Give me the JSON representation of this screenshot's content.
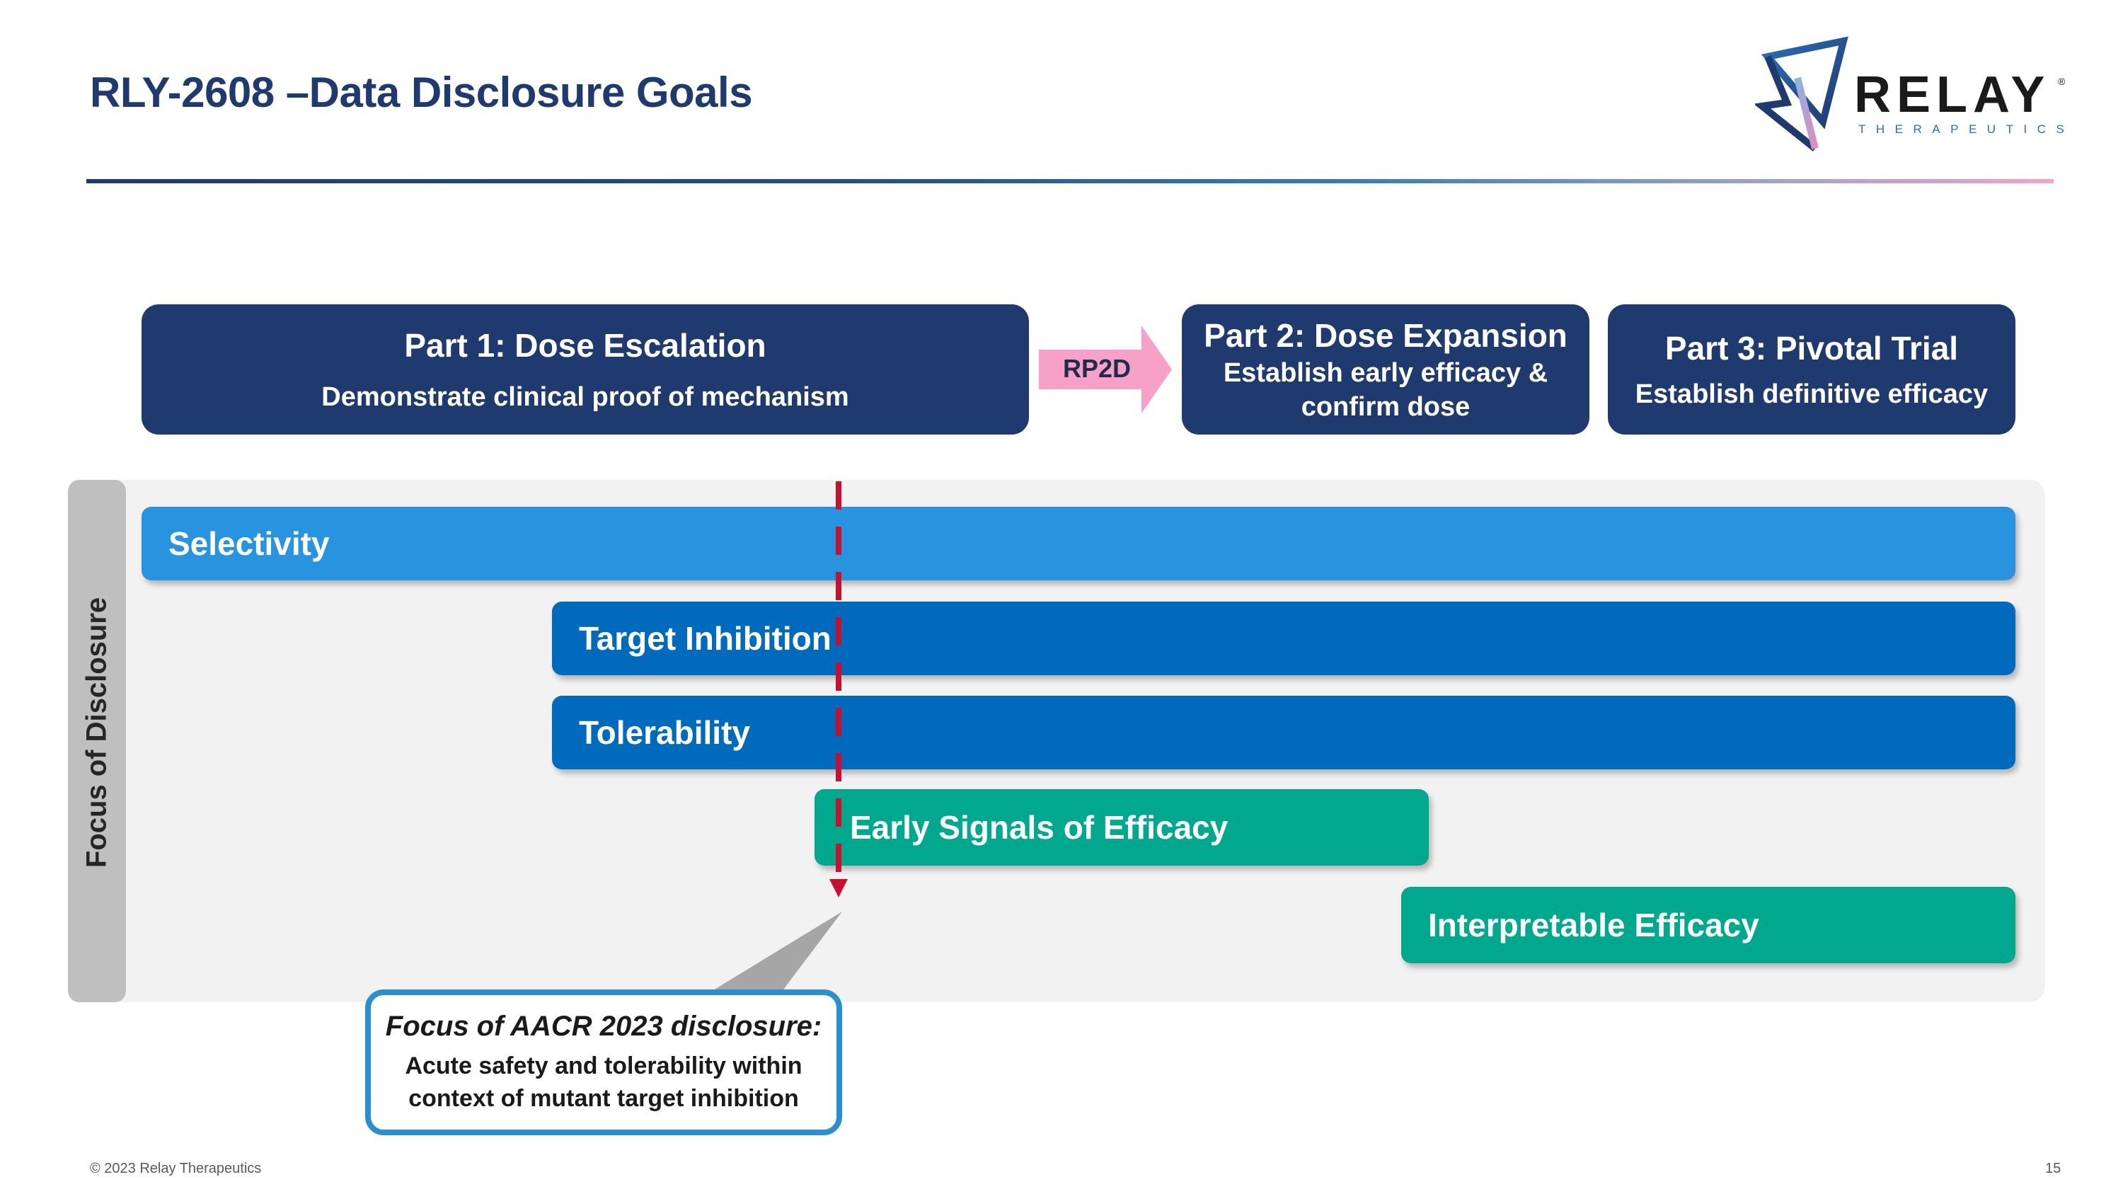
{
  "header": {
    "title": "RLY-2608 –Data Disclosure Goals",
    "logo_name": "RELAY",
    "logo_registered": "®",
    "logo_sub": "THERAPEUTICS"
  },
  "phases": [
    {
      "title": "Part 1: Dose Escalation",
      "subtitle": "Demonstrate clinical proof of mechanism"
    },
    {
      "title": "Part 2: Dose Expansion",
      "subtitle_line1": "Establish early efficacy &",
      "subtitle_line2": "confirm dose"
    },
    {
      "title": "Part 3: Pivotal Trial",
      "subtitle": "Establish definitive efficacy"
    }
  ],
  "transition": {
    "label": "RP2D"
  },
  "focus": {
    "axis_label": "Focus of Disclosure",
    "bars": [
      "Selectivity",
      "Target Inhibition",
      "Tolerability",
      "Early Signals of Efficacy",
      "Interpretable Efficacy"
    ]
  },
  "callout": {
    "title": "Focus of AACR 2023 disclosure:",
    "line1": "Acute safety and tolerability within",
    "line2": "context of mutant target inhibition"
  },
  "footer": {
    "copyright": "© 2023 Relay Therapeutics",
    "page_number": "15"
  },
  "colors": {
    "navy": "#1f3a6e",
    "light_blue": "#2893de",
    "mid_blue": "#006bbd",
    "teal": "#00a88e",
    "pink_arrow": "#f7a1c8",
    "dashed_marker": "#c8102e",
    "panel_gray": "#f2f2f2"
  }
}
